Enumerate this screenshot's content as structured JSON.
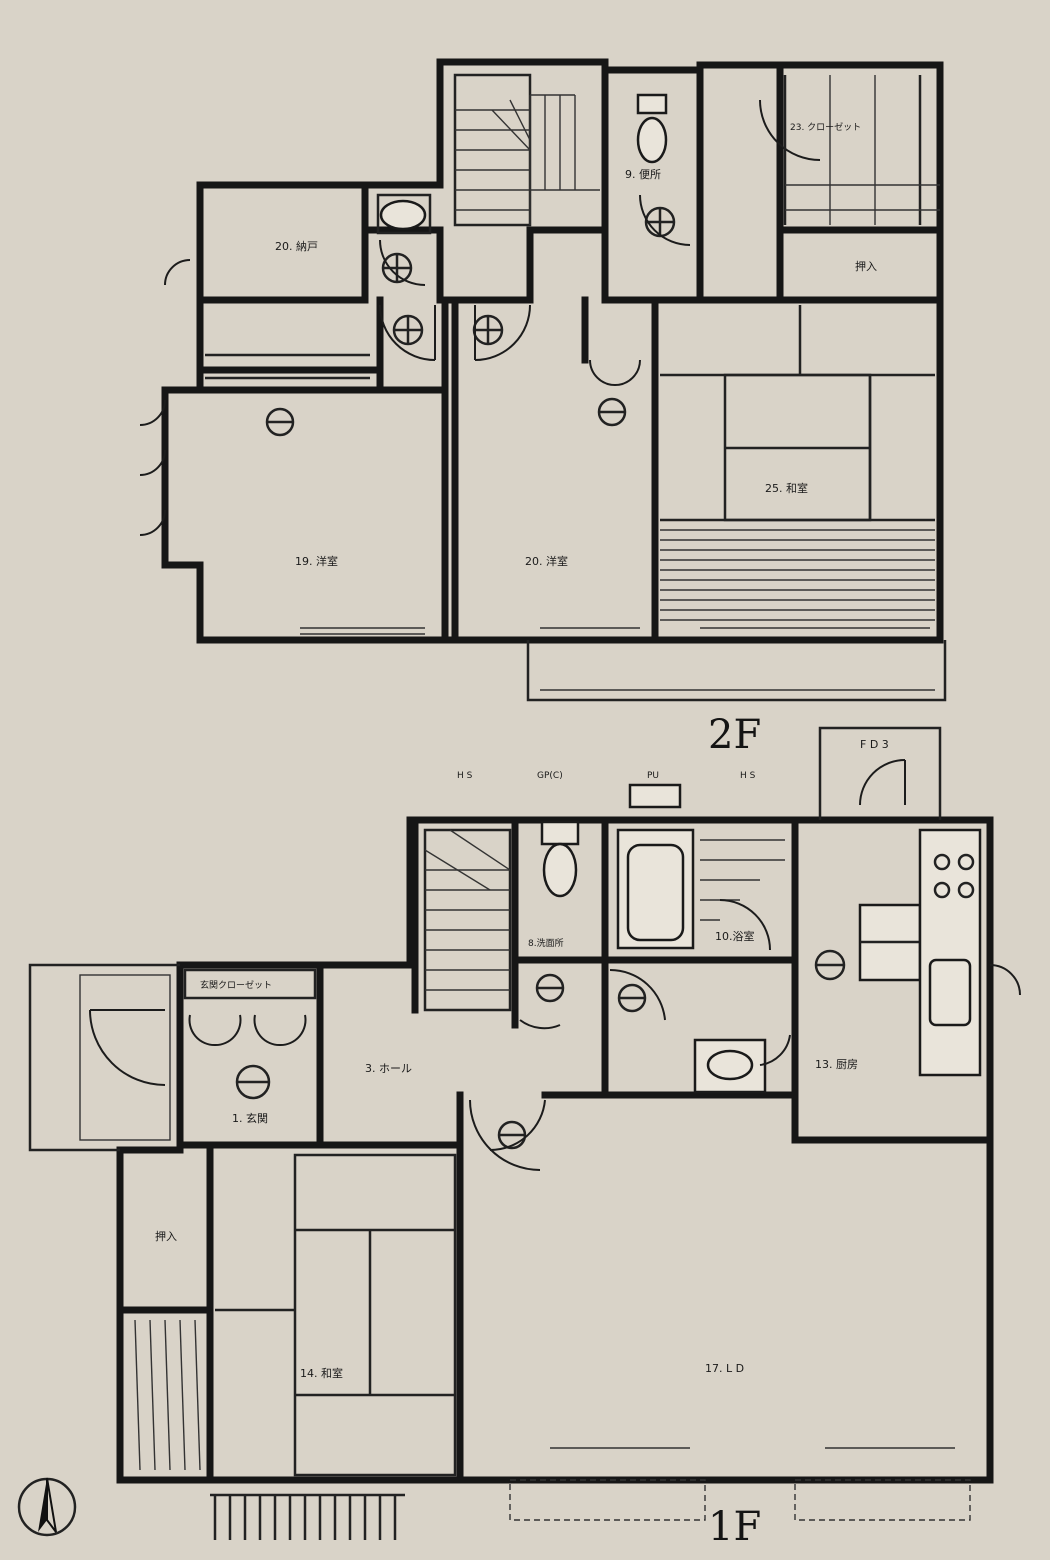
{
  "floors": {
    "upper": {
      "label": "2F"
    },
    "lower": {
      "label": "1F"
    }
  },
  "rooms_1f": {
    "hall": "3. ホール",
    "genkan": "1. 玄関",
    "genkan_closet": "玄関クローゼット",
    "washroom": "8.洗面所",
    "bath": "10.浴室",
    "kitchen": "13. 厨房",
    "washitsu": "14. 和室",
    "ld": "17. L D",
    "oshiire": "押入",
    "fd": "F D 3",
    "toilet_lbl": "GP(C)",
    "pu": "PU",
    "hs1": "H S",
    "hs2": "H S"
  },
  "rooms_2f": {
    "toilet": "9. 便所",
    "closet": "23. クローゼット",
    "western1": "19. 洋室",
    "western2": "20. 洋室",
    "washitsu": "25. 和室",
    "oshiire": "押入",
    "storage": "20. 納戸"
  }
}
